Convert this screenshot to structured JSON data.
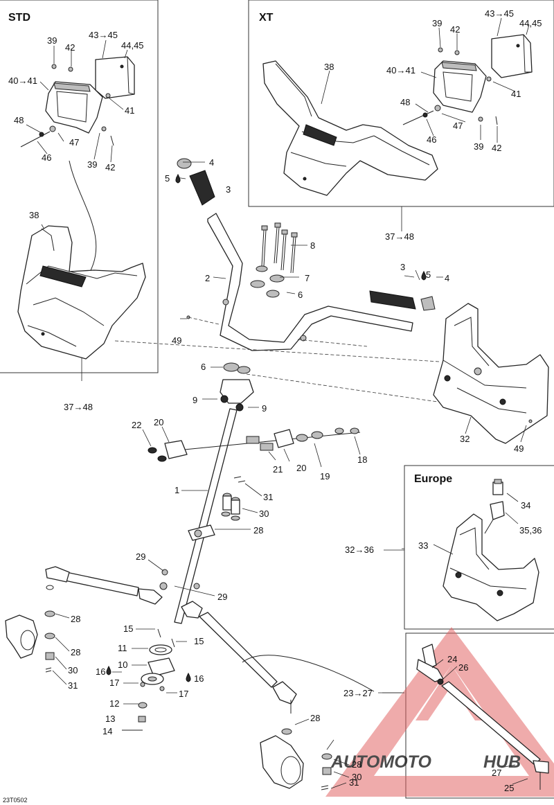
{
  "diagram_code": "23T0502",
  "panels": {
    "std": {
      "title": "STD"
    },
    "xt": {
      "title": "XT"
    },
    "europe": {
      "title": "Europe"
    }
  },
  "group_refs": {
    "std_group": "37→48",
    "xt_group": "37→48",
    "europe_group": "32→36",
    "tie_rod_group": "23→27"
  },
  "callouts": {
    "c1": "1",
    "c2": "2",
    "c3a": "3",
    "c3b": "3",
    "c4a": "4",
    "c4b": "4",
    "c5a": "5",
    "c5b": "5",
    "c6a": "6",
    "c6b": "6",
    "c7": "7",
    "c8": "8",
    "c9a": "9",
    "c9b": "9",
    "c10": "10",
    "c11": "11",
    "c12": "12",
    "c13": "13",
    "c14": "14",
    "c15a": "15",
    "c15b": "15",
    "c16a": "16",
    "c16b": "16",
    "c17a": "17",
    "c17b": "17",
    "c18": "18",
    "c19": "19",
    "c20a": "20",
    "c20b": "20",
    "c21": "21",
    "c22": "22",
    "c24": "24",
    "c25": "25",
    "c26": "26",
    "c27": "27",
    "c28a": "28",
    "c28b": "28",
    "c28c": "28",
    "c28d": "28",
    "c28e": "28",
    "c29a": "29",
    "c29b": "29",
    "c30a": "30",
    "c30b": "30",
    "c30c": "30",
    "c31a": "31",
    "c31b": "31",
    "c31c": "31",
    "c32": "32",
    "c33": "33",
    "c34": "34",
    "c35": "35,36",
    "c38s": "38",
    "c38x": "38",
    "c39s1": "39",
    "c39s2": "39",
    "c39x1": "39",
    "c39x2": "39",
    "c40s": "40→41",
    "c40x": "40→41",
    "c41s": "41",
    "c41x": "41",
    "c42s1": "42",
    "c42s2": "42",
    "c42x1": "42",
    "c42x2": "42",
    "c43s": "43→45",
    "c43x": "43→45",
    "c44s": "44,45",
    "c44x": "44,45",
    "c46s": "46",
    "c46x": "46",
    "c47s": "47",
    "c47x": "47",
    "c48s": "48",
    "c48x": "48",
    "c49a": "49",
    "c49b": "49"
  },
  "watermark": {
    "text_a": "AUTOMOTO",
    "text_b": "HUB",
    "color_a": "#f0b840",
    "color_b": "#b0b0b0",
    "triangle_color": "#e06060"
  },
  "icons": [
    "drop-icon"
  ]
}
